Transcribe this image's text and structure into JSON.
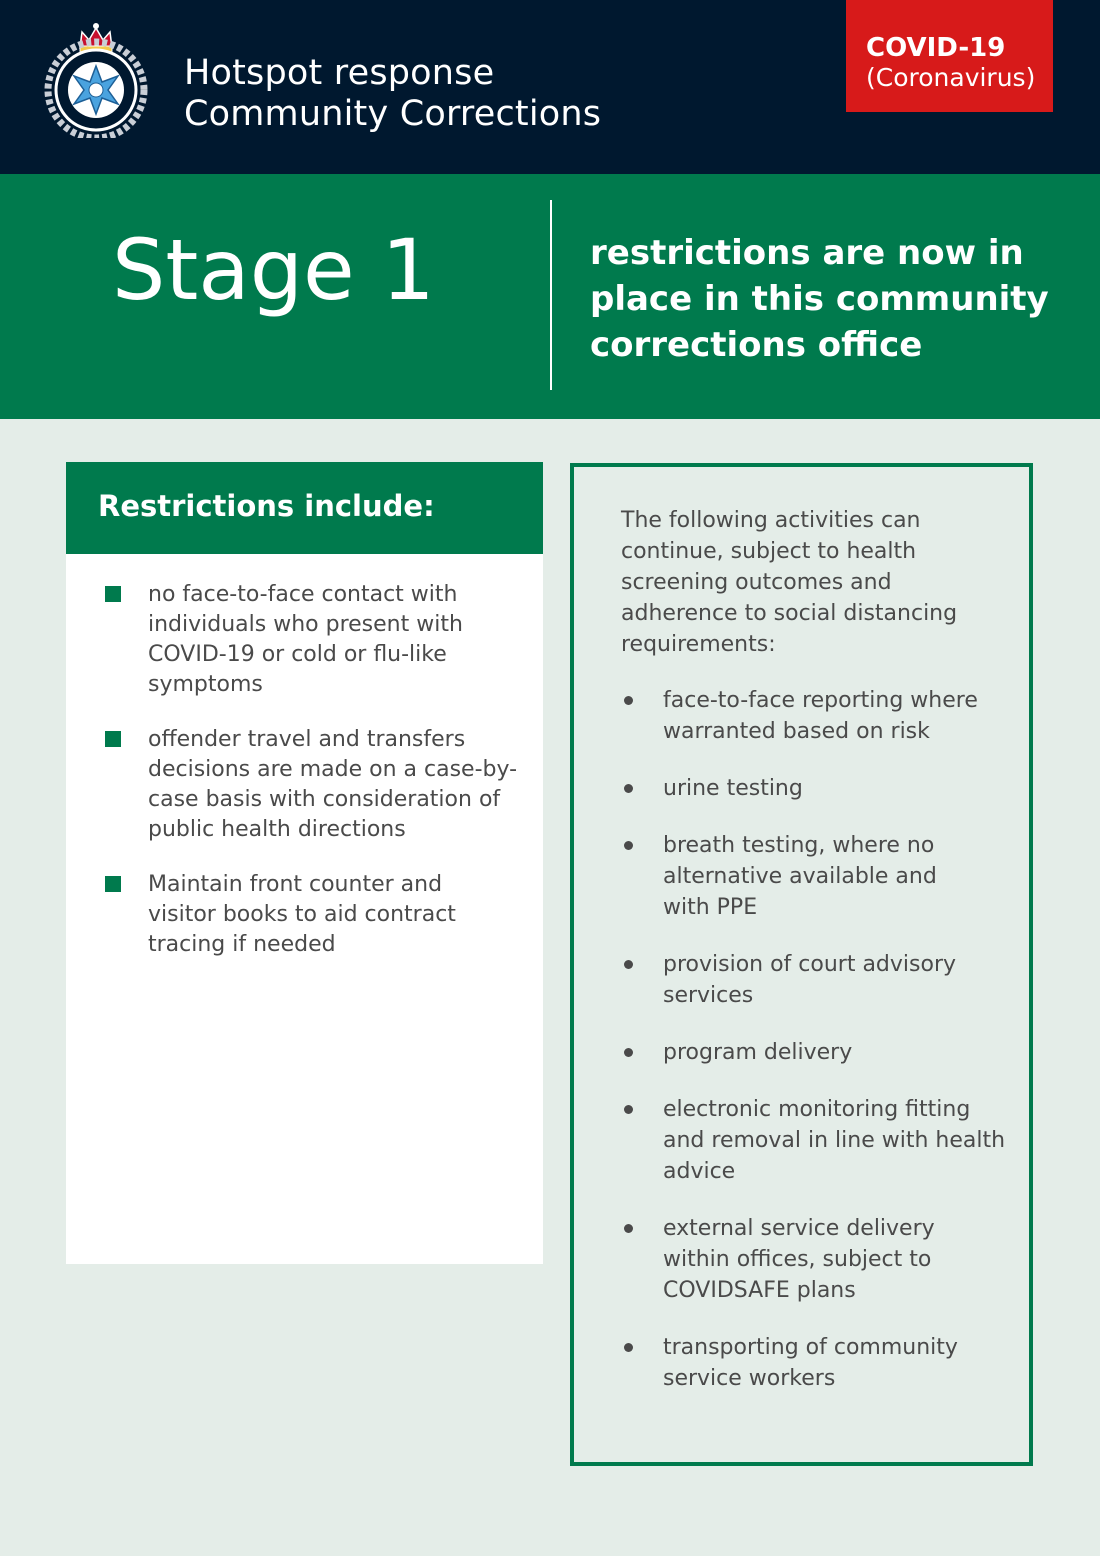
{
  "header": {
    "title_lines": [
      "Hotspot response",
      "Community Corrections"
    ],
    "badge_main": "COVID-19",
    "badge_sub": "(Coronavirus)",
    "logo_icon": "queensland-corrective-services-crest-icon"
  },
  "banner": {
    "stage": "Stage 1",
    "text_lines": [
      "restrictions are now in",
      "place in this community",
      "corrections office"
    ]
  },
  "restrictions": {
    "heading": "Restrictions include:",
    "items": [
      [
        "no face-to-face contact with",
        "individuals who present with",
        "COVID-19 or cold or flu-like",
        "symptoms"
      ],
      [
        "offender travel and transfers",
        "decisions are made on a case-by-",
        "case basis with consideration of",
        "public health directions"
      ],
      [
        "Maintain front counter and",
        "visitor books to aid contract",
        "tracing if needed"
      ]
    ]
  },
  "activities": {
    "intro_lines": [
      "The following activities can",
      "continue, subject to health",
      "screening outcomes and",
      "adherence to social distancing",
      "requirements:"
    ],
    "items": [
      [
        "face-to-face reporting where",
        "warranted based on risk"
      ],
      [
        "urine testing"
      ],
      [
        "breath testing, where no",
        "alternative available and",
        "with PPE"
      ],
      [
        "provision of court advisory",
        "services"
      ],
      [
        "program delivery"
      ],
      [
        "electronic monitoring fitting",
        "and removal in line with health",
        "advice"
      ],
      [
        "external service delivery",
        "within offices, subject to",
        "COVIDSAFE plans"
      ],
      [
        "transporting of community",
        "service workers"
      ]
    ]
  },
  "colors": {
    "navy": "#00182f",
    "green": "#007a4d",
    "red": "#d71a1a",
    "background": "#e4ede8"
  }
}
